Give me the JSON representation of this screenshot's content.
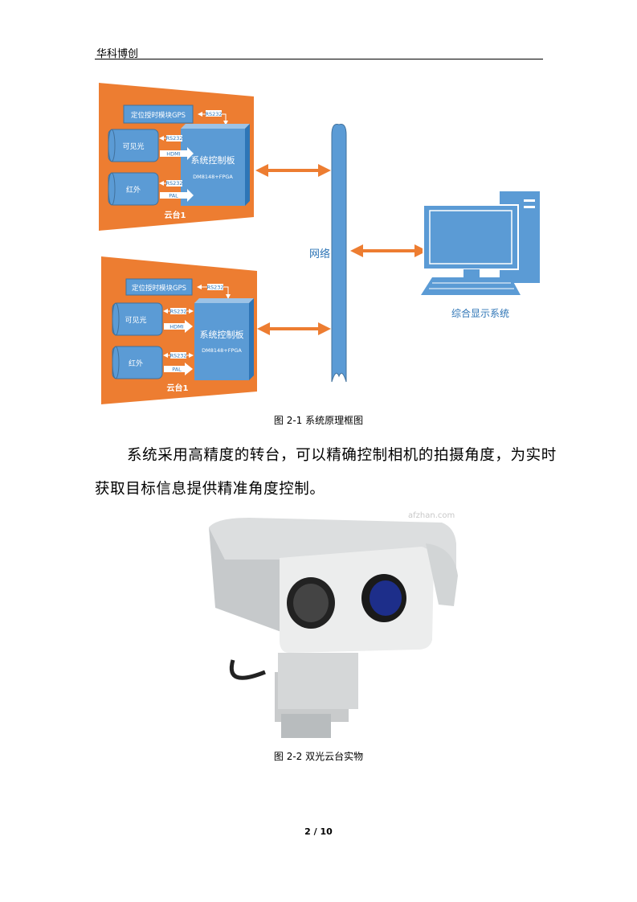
{
  "header": {
    "title": "华科博创"
  },
  "diagram": {
    "panels": [
      {
        "gps": "定位授时模块GPS",
        "rs232_gps": "RS232",
        "visible": "可见光",
        "rs232_vis": "RS232",
        "hdmi": "HDMI",
        "infrared": "红外",
        "rs232_ir": "RS232",
        "pal": "PAL",
        "board": "系统控制板",
        "board_sub": "DM8148+FPGA",
        "label": "云台1"
      },
      {
        "gps": "定位授时模块GPS",
        "rs232_gps": "RS232",
        "visible": "可见光",
        "rs232_vis": "RS232",
        "hdmi": "HDMI",
        "infrared": "红外",
        "rs232_ir": "RS232",
        "pal": "PAL",
        "board": "系统控制板",
        "board_sub": "DM8148+FPGA",
        "label": "云台1"
      }
    ],
    "network": "网络",
    "display_system": "综合显示系统",
    "colors": {
      "orange": "#ed7d31",
      "blue": "#5b9bd5",
      "dark_blue": "#2e75b6"
    }
  },
  "figure1_caption": "图  2-1  系统原理框图",
  "paragraph": [
    "系统采用高精度的转台，可以精确控制相机的拍摄角度，为实时",
    "获取目标信息提供精准角度控制。"
  ],
  "photo": {
    "watermark": "afzhan.com"
  },
  "figure2_caption": "图  2-2 双光云台实物",
  "footer": {
    "page": "2  /  10"
  }
}
